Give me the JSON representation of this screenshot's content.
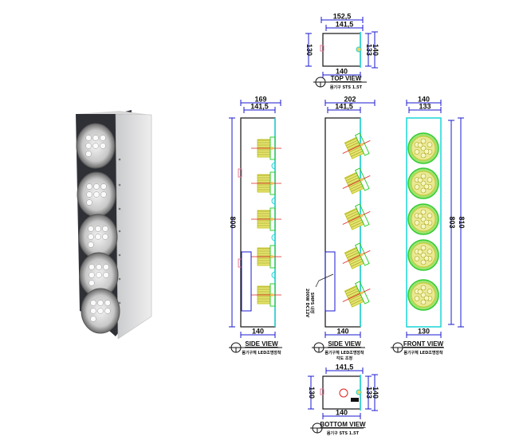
{
  "colors": {
    "dim": "#1a1ad0",
    "outline": "#111111",
    "cyan": "#19d6d6",
    "green": "#33cc33",
    "olive": "#c8c832",
    "red": "#e02020",
    "pink": "#e87a9a"
  },
  "top_view": {
    "title": "TOP VIEW",
    "subtitle": "몸기구 STS 1.5T",
    "dims": {
      "overall_width": "152,5",
      "inner_width": "141,5",
      "bottom_width": "140",
      "left_depth": "130",
      "right_inner": "133",
      "right_outer": "140"
    }
  },
  "side_view_1": {
    "title": "SIDE VIEW",
    "subtitle": "몸기구체 LED조명장착",
    "dims": {
      "overall_width": "169",
      "inner_width": "141,5",
      "height": "800",
      "bottom_width": "140"
    }
  },
  "side_view_2": {
    "title": "SIDE VIEW",
    "subtitle": "몸기구체 LED조명장착",
    "subtitle2": "각도 조정",
    "smps_label_1": "SMPS 내장",
    "smps_label_2": "200W DC12V",
    "dims": {
      "overall_width": "202",
      "inner_width": "141,5",
      "bottom_width": "140"
    }
  },
  "front_view": {
    "title": "FRONT VIEW",
    "subtitle": "몸기구체 LED조명장착",
    "dims": {
      "overall_width": "140",
      "inner_width": "133",
      "height_inner": "803",
      "height_outer": "810",
      "bottom_width": "130"
    }
  },
  "bottom_view": {
    "title": "BOTTOM VIEW",
    "subtitle": "몸기구 STS 1.5T",
    "dims": {
      "inner_width": "141,5",
      "bottom_width": "140",
      "left_depth": "130",
      "right_inner": "133",
      "right_outer": "140"
    }
  }
}
